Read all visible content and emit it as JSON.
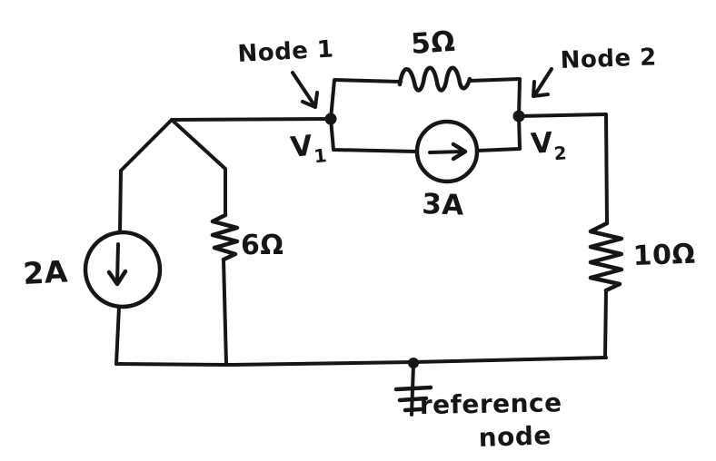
{
  "diagram": {
    "kind": "hand-drawn circuit schematic",
    "ink_color": "#161616",
    "background_color": "#ffffff"
  },
  "circuit": {
    "sources": {
      "left": {
        "type": "current-source",
        "label": "2A",
        "arrow_direction": "down"
      },
      "middle": {
        "type": "current-source",
        "label": "3A",
        "arrow_direction": "right"
      }
    },
    "resistors": {
      "top": {
        "label": "5Ω",
        "orientation": "horizontal",
        "between": "node1-node2"
      },
      "left": {
        "label": "6Ω",
        "orientation": "vertical",
        "between": "node1-reference"
      },
      "right": {
        "label": "10Ω",
        "orientation": "vertical",
        "between": "node2-reference"
      }
    },
    "nodes": {
      "node1": {
        "callout": "Node 1",
        "v_base": "V",
        "v_sub": "1"
      },
      "node2": {
        "callout": "Node 2",
        "v_base": "V",
        "v_sub": "2"
      },
      "reference": {
        "line1": "reference",
        "line2": "node",
        "symbol": "ground"
      }
    }
  }
}
